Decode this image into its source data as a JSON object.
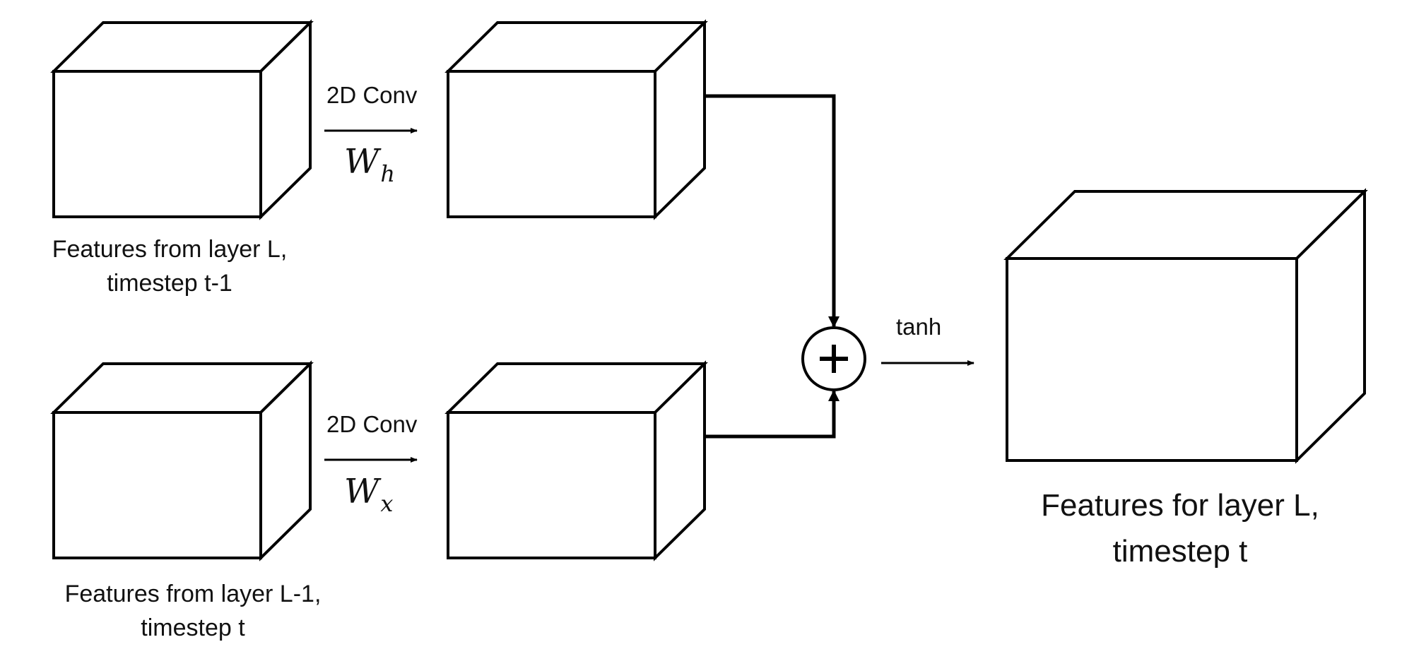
{
  "inputs": {
    "hidden": {
      "caption_line1": "Features from layer L,",
      "caption_line2": "timestep t-1"
    },
    "input": {
      "caption_line1": "Features from layer L-1,",
      "caption_line2": "timestep t"
    }
  },
  "convs": {
    "hidden": {
      "op_label": "2D Conv",
      "weight_base": "W",
      "weight_sub": "h"
    },
    "input": {
      "op_label": "2D Conv",
      "weight_base": "W",
      "weight_sub": "x"
    }
  },
  "sum": {
    "symbol": "+"
  },
  "activation": {
    "label": "tanh"
  },
  "output": {
    "caption_line1": "Features for layer L,",
    "caption_line2": "timestep t"
  }
}
